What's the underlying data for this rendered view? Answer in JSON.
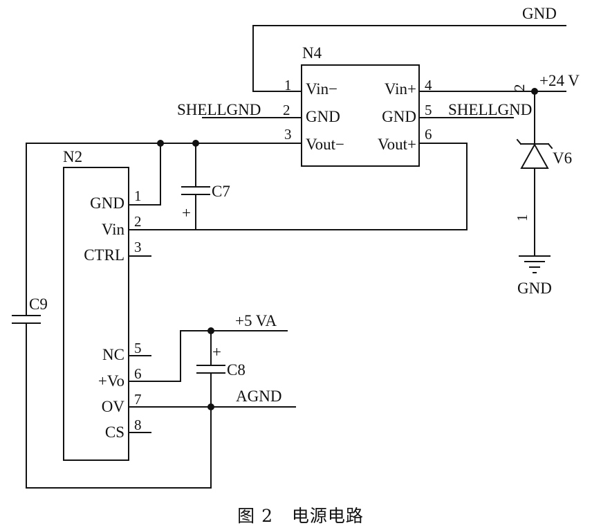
{
  "n4": {
    "ref": "N4",
    "left_pins": [
      {
        "num": "1",
        "name": "Vin−"
      },
      {
        "num": "2",
        "name": "GND"
      },
      {
        "num": "3",
        "name": "Vout−"
      }
    ],
    "right_pins": [
      {
        "num": "4",
        "name": "Vin+"
      },
      {
        "num": "5",
        "name": "GND"
      },
      {
        "num": "6",
        "name": "Vout+"
      }
    ]
  },
  "n2": {
    "ref": "N2",
    "pins": [
      {
        "num": "1",
        "name": "GND"
      },
      {
        "num": "2",
        "name": "Vin"
      },
      {
        "num": "3",
        "name": "CTRL"
      },
      {
        "num": "5",
        "name": "NC"
      },
      {
        "num": "6",
        "name": "+Vo"
      },
      {
        "num": "7",
        "name": "OV"
      },
      {
        "num": "8",
        "name": "CS"
      }
    ]
  },
  "nets": {
    "gnd_top": "GND",
    "shellgnd_left": "SHELLGND",
    "shellgnd_right": "SHELLGND",
    "v24": "+24 V",
    "gnd_bottom": "GND",
    "v5": "+5 VA",
    "agnd": "AGND"
  },
  "parts": {
    "c7": "C7",
    "c8": "C8",
    "c9": "C9",
    "v6": "V6",
    "v6_pin_top": "2",
    "v6_pin_bottom": "1",
    "plus": "+"
  },
  "caption": {
    "fig": "图 2",
    "title": "电源电路"
  }
}
